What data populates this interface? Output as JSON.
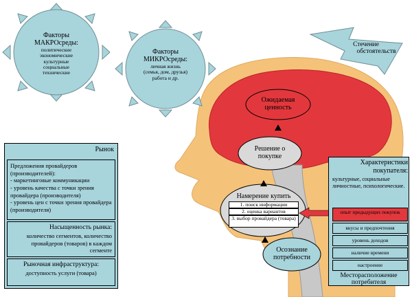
{
  "macro": {
    "title_line1": "Факторы",
    "title_line2": "МАКРОсреды:",
    "items": [
      "политические",
      "экономические",
      "культурные",
      "социальные",
      "технические"
    ]
  },
  "micro": {
    "title_line1": "Факторы",
    "title_line2": "МИКРОсреды:",
    "items": [
      "личная жизнь",
      "(семья, дом, друзья)",
      "работа и др."
    ]
  },
  "circumstances": {
    "line1": "Стечение",
    "line2": "обстоятельств"
  },
  "brain": {
    "expected_value_1": "Ожидаемая",
    "expected_value_2": "ценность"
  },
  "decision": {
    "line1": "Решение о",
    "line2": "покупке"
  },
  "intention": {
    "title": "Намерение купить",
    "steps": [
      "1. поиск информации",
      "2. оценка вариантов",
      "3. выбор провайдера (товара)"
    ]
  },
  "need": {
    "line1": "Осознание",
    "line2": "потребности"
  },
  "market": {
    "title": "Рынок",
    "offers_title": "Предложения провайдеров (производителей):",
    "offers_items": [
      "- маркетинговые коммуникации",
      "- уровень качества с точки зрения провайдера (производителя)",
      "- уровень цен с точки зрения провайдера (производителя)"
    ],
    "saturation_title": "Насыщенность рынка:",
    "saturation_text": "количество сегментов, количество провайдеров (товаров) в каждом сегменте",
    "infra_title": "Рыночная инфраструктура:",
    "infra_text": "доступность услуги (товара)"
  },
  "buyer": {
    "title_line1": "Характеристики",
    "title_line2": "покупателя:",
    "text": "культурные, социальные личностные, психологические.",
    "rows": [
      "опыт предыдущих покупок",
      "вкусы и предпочтения",
      "уровень доходов",
      "наличие времени",
      "настроение"
    ],
    "location_line1": "Месторасположение",
    "location_line2": "потребителя"
  },
  "colors": {
    "star": "#a8d4dc",
    "panel": "#a8d4dc",
    "skin": "#f5c27a",
    "brain": "#e2383d",
    "highlight": "#e2383d",
    "neck": "#c8c8c8"
  }
}
